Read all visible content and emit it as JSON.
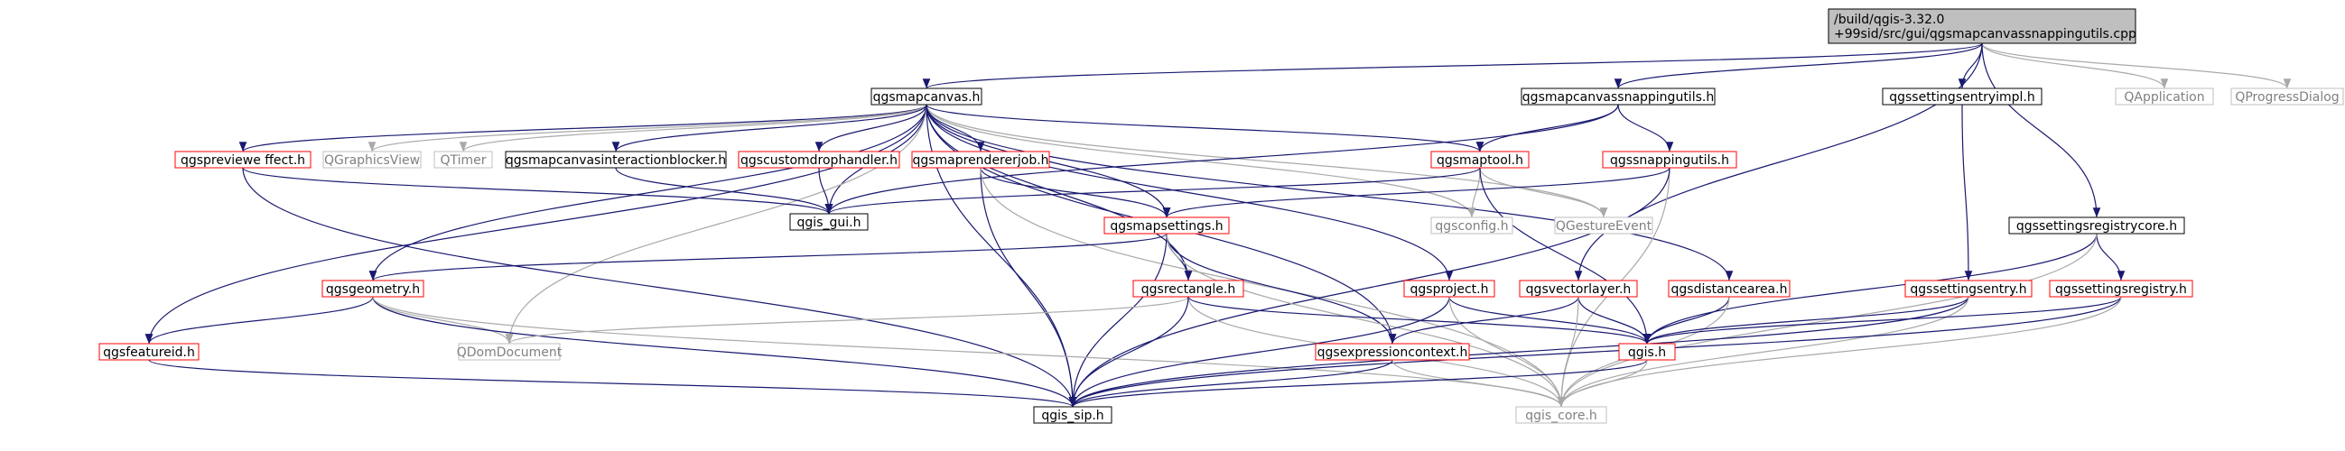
{
  "colors": {
    "edge_black": "#191970",
    "edge_gray": "#a9a9a9",
    "border_black": "#000000",
    "border_red": "#ff0000",
    "border_gray": "#bfbfbf",
    "root_fill": "#bfbfbf",
    "text_gray": "#808080"
  },
  "nodes": [
    {
      "id": "root",
      "lines": [
        "/build/qgis-3.32.0",
        "+99sid/src/gui/qgsmapcanvassnappingutils.cpp"
      ],
      "style": "root"
    },
    {
      "id": "qgsmapcanvas_h",
      "lines": [
        "qgsmapcanvas.h"
      ],
      "style": "black"
    },
    {
      "id": "qgsmapcanvassnappingutils_h",
      "lines": [
        "qgsmapcanvassnappingutils.h"
      ],
      "style": "black"
    },
    {
      "id": "qgssettingsentryimpl_h",
      "lines": [
        "qgssettingsentryimpl.h"
      ],
      "style": "black"
    },
    {
      "id": "QApplication",
      "lines": [
        "QApplication"
      ],
      "style": "gray"
    },
    {
      "id": "QProgressDialog",
      "lines": [
        "QProgressDialog"
      ],
      "style": "gray"
    },
    {
      "id": "qgspreviewe",
      "lines": [
        "qgspreviewe ffect.h"
      ],
      "style": "red"
    },
    {
      "id": "QGraphicsView",
      "lines": [
        "QGraphicsView"
      ],
      "style": "gray"
    },
    {
      "id": "QTimer",
      "lines": [
        "QTimer"
      ],
      "style": "gray"
    },
    {
      "id": "qgsmapcanvasinteractionblocker_h",
      "lines": [
        "qgsmapcanvasinteractionblocker.h"
      ],
      "style": "black"
    },
    {
      "id": "qgscustomdrophandler_h",
      "lines": [
        "qgscustomdrophandler.h"
      ],
      "style": "red"
    },
    {
      "id": "qgsmaprendererjob_h",
      "lines": [
        "qgsmaprendererjob.h"
      ],
      "style": "red"
    },
    {
      "id": "qgsmaptool_h",
      "lines": [
        "qgsmaptool.h"
      ],
      "style": "red"
    },
    {
      "id": "qgssnappingutils_h",
      "lines": [
        "qgssnappingutils.h"
      ],
      "style": "red"
    },
    {
      "id": "qgis_gui_h",
      "lines": [
        "qgis_gui.h"
      ],
      "style": "black"
    },
    {
      "id": "qgsmapsettings_h",
      "lines": [
        "qgsmapsettings.h"
      ],
      "style": "red"
    },
    {
      "id": "qgsconfig_h",
      "lines": [
        "qgsconfig.h"
      ],
      "style": "gray"
    },
    {
      "id": "QGestureEvent",
      "lines": [
        "QGestureEvent"
      ],
      "style": "gray"
    },
    {
      "id": "qgssettingsregistrycore_h",
      "lines": [
        "qgssettingsregistrycore.h"
      ],
      "style": "black"
    },
    {
      "id": "qgsgeometry_h",
      "lines": [
        "qgsgeometry.h"
      ],
      "style": "red"
    },
    {
      "id": "qgsrectangle_h",
      "lines": [
        "qgsrectangle.h"
      ],
      "style": "red"
    },
    {
      "id": "qgsproject_h",
      "lines": [
        "qgsproject.h"
      ],
      "style": "red"
    },
    {
      "id": "qgsvectorlayer_h",
      "lines": [
        "qgsvectorlayer.h"
      ],
      "style": "red"
    },
    {
      "id": "qgsdistancearea_h",
      "lines": [
        "qgsdistancearea.h"
      ],
      "style": "red"
    },
    {
      "id": "qgssettingsentry_h",
      "lines": [
        "qgssettingsentry.h"
      ],
      "style": "red"
    },
    {
      "id": "qgssettingsregistry_h",
      "lines": [
        "qgssettingsregistry.h"
      ],
      "style": "red"
    },
    {
      "id": "qgsfeatureid_h",
      "lines": [
        "qgsfeatureid.h"
      ],
      "style": "red"
    },
    {
      "id": "QDomDocument",
      "lines": [
        "QDomDocument"
      ],
      "style": "gray"
    },
    {
      "id": "qgsexpressioncontext_h",
      "lines": [
        "qgsexpressioncontext.h"
      ],
      "style": "red"
    },
    {
      "id": "qgis_h",
      "lines": [
        "qgis.h"
      ],
      "style": "red"
    },
    {
      "id": "qgis_sip_h",
      "lines": [
        "qgis_sip.h"
      ],
      "style": "black"
    },
    {
      "id": "qgis_core_h",
      "lines": [
        "qgis_core.h"
      ],
      "style": "gray"
    }
  ],
  "edges": [
    [
      "root",
      "qgsmapcanvas_h"
    ],
    [
      "root",
      "qgsmapcanvassnappingutils_h"
    ],
    [
      "root",
      "qgssettingsentryimpl_h"
    ],
    [
      "root",
      "QApplication"
    ],
    [
      "root",
      "QProgressDialog"
    ],
    [
      "root",
      "qgssettingsregistrycore_h"
    ],
    [
      "root",
      "qgsvectorlayer_h"
    ],
    [
      "qgsmapcanvas_h",
      "qgspreviewe"
    ],
    [
      "qgsmapcanvas_h",
      "QGraphicsView"
    ],
    [
      "qgsmapcanvas_h",
      "QTimer"
    ],
    [
      "qgsmapcanvas_h",
      "qgsmapcanvasinteractionblocker_h"
    ],
    [
      "qgsmapcanvas_h",
      "qgscustomdrophandler_h"
    ],
    [
      "qgsmapcanvas_h",
      "qgsmaprendererjob_h"
    ],
    [
      "qgsmapcanvas_h",
      "qgis_gui_h"
    ],
    [
      "qgsmapcanvas_h",
      "qgsmapsettings_h"
    ],
    [
      "qgsmapcanvas_h",
      "qgsconfig_h"
    ],
    [
      "qgsmapcanvas_h",
      "QGestureEvent"
    ],
    [
      "qgsmapcanvas_h",
      "qgsgeometry_h"
    ],
    [
      "qgsmapcanvas_h",
      "qgsrectangle_h"
    ],
    [
      "qgsmapcanvas_h",
      "qgsproject_h"
    ],
    [
      "qgsmapcanvas_h",
      "qgsdistancearea_h"
    ],
    [
      "qgsmapcanvas_h",
      "qgsfeatureid_h"
    ],
    [
      "qgsmapcanvas_h",
      "QDomDocument"
    ],
    [
      "qgsmapcanvas_h",
      "qgsexpressioncontext_h"
    ],
    [
      "qgsmapcanvas_h",
      "qgis_sip_h"
    ],
    [
      "qgsmapcanvas_h",
      "qgsmaptool_h"
    ],
    [
      "qgsmapcanvassnappingutils_h",
      "qgsmaptool_h"
    ],
    [
      "qgsmapcanvassnappingutils_h",
      "qgssnappingutils_h"
    ],
    [
      "qgsmapcanvassnappingutils_h",
      "qgis_gui_h"
    ],
    [
      "qgssettingsentryimpl_h",
      "qgssettingsentry_h"
    ],
    [
      "qgspreviewe",
      "qgis_gui_h"
    ],
    [
      "qgspreviewe",
      "qgis_sip_h"
    ],
    [
      "qgsmapcanvasinteractionblocker_h",
      "qgis_gui_h"
    ],
    [
      "qgscustomdrophandler_h",
      "qgis_gui_h"
    ],
    [
      "qgsmaprendererjob_h",
      "qgsmapsettings_h"
    ],
    [
      "qgsmaprendererjob_h",
      "qgis_sip_h"
    ],
    [
      "qgsmaprendererjob_h",
      "qgis_core_h"
    ],
    [
      "qgsmaptool_h",
      "qgis_gui_h"
    ],
    [
      "qgsmaptool_h",
      "qgsconfig_h"
    ],
    [
      "qgsmaptool_h",
      "QGestureEvent"
    ],
    [
      "qgsmaptool_h",
      "qgis_h"
    ],
    [
      "qgssnappingutils_h",
      "qgsmapsettings_h"
    ],
    [
      "qgssnappingutils_h",
      "qgis_core_h"
    ],
    [
      "qgssnappingutils_h",
      "qgis_sip_h"
    ],
    [
      "qgsmapsettings_h",
      "qgsgeometry_h"
    ],
    [
      "qgsmapsettings_h",
      "qgsrectangle_h"
    ],
    [
      "qgsmapsettings_h",
      "qgsexpressioncontext_h"
    ],
    [
      "qgsmapsettings_h",
      "qgis_sip_h"
    ],
    [
      "qgsmapsettings_h",
      "qgis_core_h"
    ],
    [
      "qgssettingsregistrycore_h",
      "qgssettingsregistry_h"
    ],
    [
      "qgssettingsregistrycore_h",
      "qgis_h"
    ],
    [
      "qgssettingsregistrycore_h",
      "qgis_core_h"
    ],
    [
      "qgsgeometry_h",
      "qgsfeatureid_h"
    ],
    [
      "qgsgeometry_h",
      "QDomDocument"
    ],
    [
      "qgsgeometry_h",
      "qgis_sip_h"
    ],
    [
      "qgsgeometry_h",
      "qgis_core_h"
    ],
    [
      "qgsrectangle_h",
      "QDomDocument"
    ],
    [
      "qgsrectangle_h",
      "qgis_h"
    ],
    [
      "qgsrectangle_h",
      "qgis_core_h"
    ],
    [
      "qgsrectangle_h",
      "qgis_sip_h"
    ],
    [
      "qgsproject_h",
      "qgis_h"
    ],
    [
      "qgsproject_h",
      "qgis_sip_h"
    ],
    [
      "qgsproject_h",
      "qgis_core_h"
    ],
    [
      "qgsvectorlayer_h",
      "qgis_h"
    ],
    [
      "qgsvectorlayer_h",
      "qgsexpressioncontext_h"
    ],
    [
      "qgsvectorlayer_h",
      "qgis_core_h"
    ],
    [
      "qgsdistancearea_h",
      "qgis_h"
    ],
    [
      "qgsdistancearea_h",
      "qgis_core_h"
    ],
    [
      "qgssettingsentry_h",
      "qgis_h"
    ],
    [
      "qgssettingsentry_h",
      "qgis_sip_h"
    ],
    [
      "qgssettingsentry_h",
      "qgis_core_h"
    ],
    [
      "qgssettingsregistry_h",
      "qgis_h"
    ],
    [
      "qgssettingsregistry_h",
      "qgis_sip_h"
    ],
    [
      "qgssettingsregistry_h",
      "qgis_core_h"
    ],
    [
      "qgsfeatureid_h",
      "qgis_sip_h"
    ],
    [
      "qgsexpressioncontext_h",
      "qgis_sip_h"
    ],
    [
      "qgsexpressioncontext_h",
      "qgis_core_h"
    ],
    [
      "qgis_h",
      "qgis_sip_h"
    ],
    [
      "qgis_h",
      "qgis_core_h"
    ]
  ],
  "gray_edges": [
    [
      "root",
      "QApplication"
    ],
    [
      "root",
      "QProgressDialog"
    ]
  ]
}
